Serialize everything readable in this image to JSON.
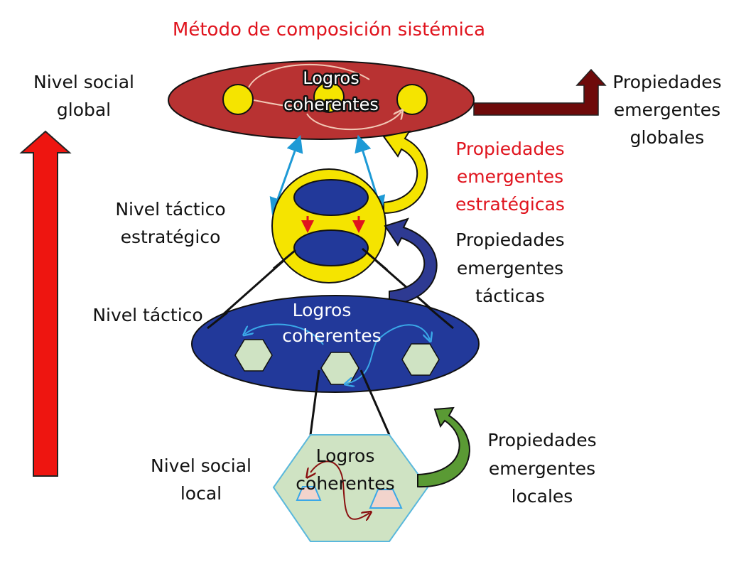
{
  "title": "Método de composición sistémica",
  "levels": {
    "global": {
      "label_line1": "Nivel social",
      "label_line2": "global",
      "inner_line1": "Logros",
      "inner_line2": "coherentes"
    },
    "strategic": {
      "label_line1": "Nivel táctico",
      "label_line2": "estratégico"
    },
    "tactical": {
      "label": "Nivel táctico",
      "inner_line1": "Logros",
      "inner_line2": "coherentes"
    },
    "local": {
      "label_line1": "Nivel social",
      "label_line2": "local",
      "inner_line1": "Logros",
      "inner_line2": "coherentes"
    }
  },
  "properties": {
    "global": {
      "line1": "Propiedades",
      "line2": "emergentes",
      "line3": "globales"
    },
    "strategic": {
      "line1": "Propiedades",
      "line2": "emergentes",
      "line3": "estratégicas"
    },
    "tactical": {
      "line1": "Propiedades",
      "line2": "emergentes",
      "line3": "tácticas"
    },
    "local": {
      "line1": "Propiedades",
      "line2": "emergentes",
      "line3": "locales"
    }
  },
  "colors": {
    "title": "#e0141e",
    "global_ellipse": "#b83232",
    "strategic_circle": "#f5e400",
    "tactical_ellipse": "#22399a",
    "local_hexagon": "#cfe3c3",
    "big_arrow": "#ee1510",
    "global_arrow": "#6e0a0a",
    "tactical_arrow": "#2e3a92",
    "local_arrow": "#5a9a34",
    "link_arrow": "#1e9ad6"
  }
}
